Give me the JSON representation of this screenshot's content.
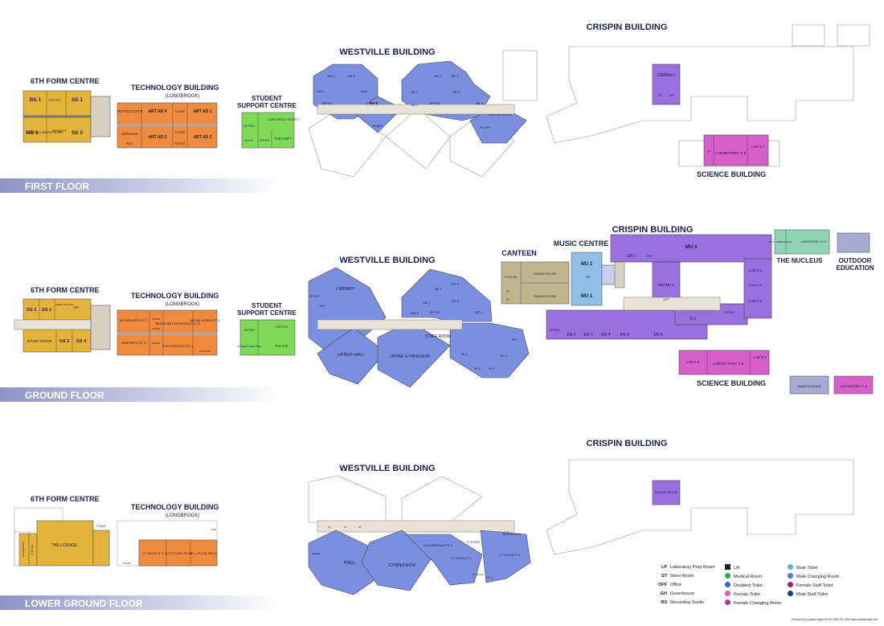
{
  "colors": {
    "sixth_form": "#e3b33a",
    "technology": "#f08a3c",
    "support": "#7ed957",
    "westville": "#7b8fe0",
    "crispin_purple": "#9a6fe0",
    "science": "#d65fc9",
    "canteen": "#bfb58e",
    "music": "#8fbfe6",
    "nucleus": "#8fd4b5",
    "outdoor": "#a6acd0",
    "band_start": "#8c94c4",
    "band_end": "#ffffff"
  },
  "first_floor": {
    "band_label": "FIRST FLOOR",
    "sixth_form": {
      "title": "6TH FORM CENTRE",
      "rooms": [
        "BS 1",
        "OFFICE",
        "SS 1",
        "ME 1",
        "MEDIA VIEWING ROOM",
        "MEDIA ICT",
        "SS 2"
      ]
    },
    "technology": {
      "title": "TECHNOLOGY BUILDING",
      "subtitle": "(LONGBROOK)",
      "rooms": [
        "TEXTILES DT 9",
        "ART AD 4",
        "STORE",
        "ART AD 1",
        "ART AD 3",
        "STORE",
        "DARKROOM",
        "ART AD 2",
        "KILN",
        "OFFICE"
      ]
    },
    "support": {
      "title_line1": "STUDENT",
      "title_line2": "SUPPORT CENTRE",
      "rooms": [
        "CONFERENCE ROOM 2",
        "OFFICE",
        "A.C.E.",
        "OFFICE",
        "THE LOFT"
      ]
    },
    "westville": {
      "title": "WESTVILLE BUILDING",
      "rooms": [
        "MA 2",
        "MA 3",
        "MA 1",
        "MA4",
        "MA 5",
        "OFFICE",
        "PLANT",
        "ML 3",
        "ML 4",
        "ML 2",
        "ML 5",
        "ML 1",
        "ML 6",
        "OFFICE",
        "PLANT",
        "LANGUAGE ASSISTS"
      ]
    },
    "crispin": {
      "title": "CRISPIN BUILDING",
      "rooms": [
        "DRAMA 2",
        "ST",
        "OFF"
      ]
    },
    "science": {
      "title": "SCIENCE BUILDING",
      "rooms": [
        "LP",
        "LABORATORY S 8",
        "LAB S 7"
      ]
    }
  },
  "ground_floor": {
    "band_label": "GROUND FLOOR",
    "sixth_form": {
      "title": "6TH FORM CENTRE",
      "rooms": [
        "GS 2",
        "GS 1",
        "HEAD 6TH FRM",
        "OFF",
        "STUDY ROOM",
        "GS 3",
        "GS 4"
      ]
    },
    "technology": {
      "title": "TECHNOLOGY BUILDING",
      "subtitle": "(LONGBROOK)",
      "rooms": [
        "WOODWORK DT 7",
        "STORE",
        "RESISTANT MATERIALS DT 5",
        "METAL WORK DT 3",
        "GRAPHICS DT 6",
        "STORE",
        "ELECTRONICS DT 4",
        "CAD/CAM",
        "OFFICE"
      ]
    },
    "support": {
      "title_line1": "STUDENT",
      "title_line2": "SUPPORT CENTRE",
      "rooms": [
        "OFFICE",
        "OFFICE",
        "STUDENT SERVICES",
        "P.S.H.E."
      ]
    },
    "westville": {
      "title": "WESTVILLE BUILDING",
      "rooms": [
        "LIBRARY",
        "OFFICE",
        "OFF",
        "GE 1",
        "GE 2",
        "MA 7",
        "GE 3",
        "MA 6",
        "OFFICE",
        "RE 1",
        "STAFF ROOM",
        "RE 2",
        "HI 3",
        "RE 3",
        "HI 2",
        "HI 1",
        "UPPER HALL",
        "UPPER GYMNASIUM"
      ]
    },
    "canteen": {
      "title": "CANTEEN",
      "rooms": [
        "KITCHEN",
        "DINING ROOM",
        "DINING ROOM",
        "ST",
        "ST"
      ]
    },
    "music": {
      "title": "MUSIC CENTRE",
      "rooms": [
        "MU 2",
        "RS",
        "MU 1"
      ]
    },
    "crispin": {
      "title": "CRISPIN BUILDING",
      "rooms": [
        "MU 3",
        "EN 7",
        "OFF",
        "DRAMA 1",
        "OFF",
        "EN 2",
        "EN 3",
        "EN 4",
        "EN 5",
        "EN 6",
        "S 3",
        "OFFICE",
        "OFFICE",
        "LAB S 1",
        "LAB S 2",
        "SCIENCE IT"
      ]
    },
    "nucleus": {
      "title": "THE NUCLEUS",
      "rooms": [
        "LABORATORY S 10",
        "SIXTH COMMON ROOM"
      ]
    },
    "outdoor": {
      "title_line1": "OUTDOOR",
      "title_line2": "EDUCATION"
    },
    "science": {
      "title": "SCIENCE BUILDING",
      "rooms": [
        "LAB S 6",
        "LABORATORY S 5",
        "LAB S 4"
      ]
    },
    "maintenance": "MAINTENANCE",
    "lab_s9": "LABORATORY S 9"
  },
  "lower_ground_floor": {
    "band_label": "LOWER GROUND FLOOR",
    "sixth_form": {
      "title": "6TH FORM CENTRE",
      "rooms": [
        "CLASSROOM",
        "KITCHEN",
        "THE LOUNGE",
        "PLANT"
      ]
    },
    "technology": {
      "title": "TECHNOLOGY BUILDING",
      "subtitle": "(LONGBROOK)",
      "rooms": [
        "I.T. SUITE IT 3",
        "DT 2 FOOD TECH",
        "DT 1 FOOD TECH",
        "PLANT",
        "OFF"
      ]
    },
    "westville": {
      "title": "WESTVILLE BUILDING",
      "rooms": [
        "HALL",
        "GYMNASIUM",
        "CLASSROOM PE 1",
        "I.T. SUITE IT 1",
        "I.T. SUITE IT 2",
        "RESOURCES",
        "IT STORE",
        "IT TECHS",
        "LS 1",
        "ST",
        "ST",
        "ST",
        "BRADE"
      ]
    },
    "crispin": {
      "title": "CRISPIN BUILDING",
      "rooms": [
        "BOILER ROOM"
      ]
    }
  },
  "legend": {
    "abbreviations": [
      {
        "code": "LP",
        "label": "Laboratory Prep Room"
      },
      {
        "code": "ST",
        "label": "Store Room"
      },
      {
        "code": "OFF",
        "label": "Office"
      },
      {
        "code": "GH",
        "label": "Greenhouse"
      },
      {
        "code": "RS",
        "label": "Recording Studio"
      }
    ],
    "symbols_col1": [
      {
        "label": "Lift",
        "icon": "lift-icon"
      },
      {
        "label": "Medical Room",
        "icon": "medical-icon"
      },
      {
        "label": "Disabled Toilet",
        "icon": "disabled-toilet-icon"
      },
      {
        "label": "Female Toilet",
        "icon": "female-toilet-icon"
      },
      {
        "label": "Female Changing Room",
        "icon": "female-changing-icon"
      }
    ],
    "symbols_col2": [
      {
        "label": "Male Toilet",
        "icon": "male-toilet-icon"
      },
      {
        "label": "Male Changing Room",
        "icon": "male-changing-icon"
      },
      {
        "label": "Female Staff Toilet",
        "icon": "female-staff-toilet-icon"
      },
      {
        "label": "Male Staff Toilet",
        "icon": "male-staff-toilet-icon"
      }
    ]
  },
  "footer_credit": "Produced by Location Maps Ltd Tel: 0800 731 4284 www.locationmaps.com"
}
